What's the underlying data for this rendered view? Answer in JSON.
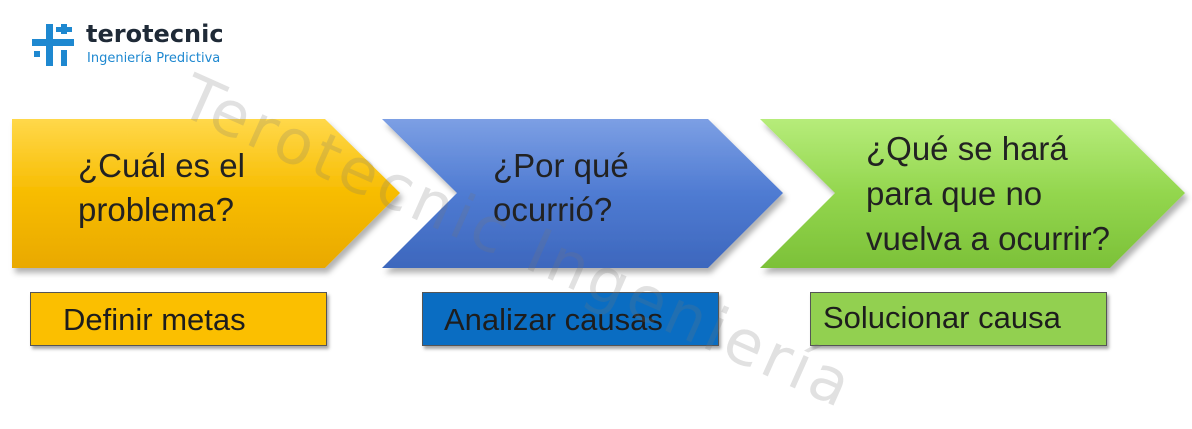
{
  "logo": {
    "name": "terotecnic",
    "tagline": "Ingeniería Predictiva"
  },
  "watermark": "Terotecnic Ingeniería",
  "steps": [
    {
      "question": "¿Cuál es el\nproblema?",
      "action": "Definir metas",
      "chevron_color": "#f7b500",
      "box_color": "#fbbf00"
    },
    {
      "question": "¿Por qué\nocurrió?",
      "action": "Analizar causas",
      "chevron_color": "#4f7bd2",
      "box_color": "#0a6dc2"
    },
    {
      "question": "¿Qué se hará\npara que no\nvuelva a ocurrir?",
      "action": "Solucionar causa",
      "chevron_color": "#8ed34a",
      "box_color": "#92d050"
    }
  ]
}
